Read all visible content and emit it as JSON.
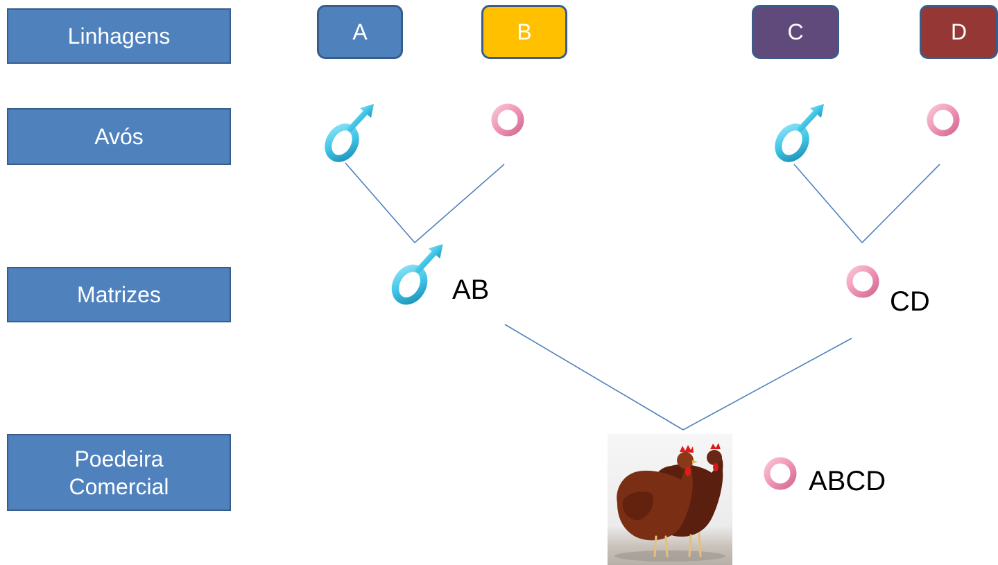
{
  "levels": {
    "lines": "Linhagens",
    "grandparents": "Avós",
    "parents": "Matrizes",
    "commercial": "Poedeira Comercial"
  },
  "lines": {
    "a": {
      "label": "A",
      "color": "#4f81bd"
    },
    "b": {
      "label": "B",
      "color": "#ffc000"
    },
    "c": {
      "label": "C",
      "color": "#604a7b"
    },
    "d": {
      "label": "D",
      "color": "#953735"
    }
  },
  "crosses": {
    "ab": "AB",
    "cd": "CD",
    "abcd": "ABCD"
  },
  "colors": {
    "level_box": "#4f81bd",
    "male_symbol": "#41c6e8",
    "female_symbol": "#ef94b6",
    "connector": "#4f81bd"
  },
  "icons": {
    "male": "male-symbol-icon",
    "female": "female-symbol-icon",
    "hens": "hens-photo"
  }
}
